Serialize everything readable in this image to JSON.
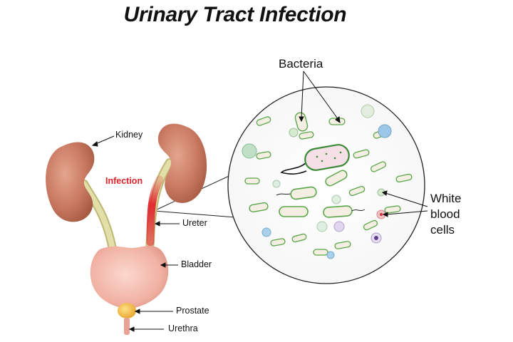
{
  "title": "Urinary Tract Infection",
  "labels": {
    "kidney": "Kidney",
    "infection": "Infection",
    "ureter": "Ureter",
    "bladder": "Bladder",
    "prostate": "Prostate",
    "urethra": "Urethra",
    "bacteria": "Bacteria",
    "white_blood_cells_line1": "White",
    "white_blood_cells_line2": "blood",
    "white_blood_cells_line3": "cells"
  },
  "colors": {
    "kidney": "#c97860",
    "ureter": "#dcd9a0",
    "infection": "#e0232a",
    "bladder": "#f1b1a3",
    "prostate": "#f5b73a",
    "bacterium_outline": "#5aa64a",
    "bacterium_fill": "#f4efe2"
  }
}
